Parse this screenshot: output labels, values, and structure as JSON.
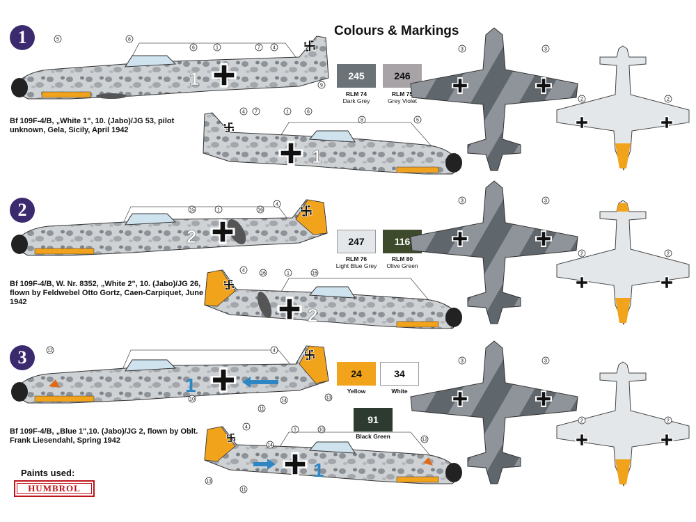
{
  "title": "Colours & Markings",
  "schemes": [
    {
      "number": "1",
      "caption": "Bf 109F-4/B, „White 1\", 10. (Jabo)/JG 53, pilot unknown, Gela, Sicily, April 1942",
      "fuselage_code": "1",
      "nose_color": "#ffffff",
      "code_color": "#ffffff",
      "top_callouts": [
        "5",
        "8",
        "6",
        "1",
        "7",
        "4",
        "9"
      ],
      "bottom_callouts": [
        "4",
        "7",
        "1",
        "6",
        "8",
        "5"
      ]
    },
    {
      "number": "2",
      "caption": "Bf 109F-4/B, W. Nr. 8352, „White 2\", 10. (Jabo)/JG 26, flown by Feldwebel Otto Gortz, Caen-Carpiquet, June 1942",
      "fuselage_code": "2",
      "nose_color": "#222222",
      "code_color": "#ffffff",
      "top_callouts": [
        "15",
        "1",
        "16",
        "4"
      ],
      "bottom_callouts": [
        "4",
        "16",
        "1",
        "15"
      ]
    },
    {
      "number": "3",
      "caption": "Bf 109F-4/B, „Blue 1\",10. (Jabo)/JG 2, flown by Oblt. Frank Liesendahl, Spring 1942",
      "fuselage_code": "1",
      "nose_color": "#222222",
      "code_color": "#2f86c5",
      "top_callouts": [
        "12",
        "4",
        "10",
        "11",
        "14",
        "13"
      ],
      "bottom_callouts": [
        "4",
        "14",
        "1",
        "10",
        "12",
        "13",
        "11"
      ]
    }
  ],
  "colours": [
    {
      "code": "245",
      "name_line1": "RLM 74",
      "name_line2": "Dark Grey",
      "hex": "#6b7278",
      "text": "#ffffff",
      "border": false
    },
    {
      "code": "246",
      "name_line1": "RLM 75",
      "name_line2": "Grey Violet",
      "hex": "#a8a3a6",
      "text": "#111111",
      "border": false
    },
    {
      "code": "247",
      "name_line1": "RLM 76",
      "name_line2": "Light Blue Grey",
      "hex": "#e4e7ea",
      "text": "#111111",
      "border": true
    },
    {
      "code": "116",
      "name_line1": "RLM 80",
      "name_line2": "Olive Green",
      "hex": "#3e4a2c",
      "text": "#ffffff",
      "border": false
    },
    {
      "code": "24",
      "name_line1": "Yellow",
      "name_line2": "",
      "hex": "#f2a31c",
      "text": "#111111",
      "border": false
    },
    {
      "code": "34",
      "name_line1": "White",
      "name_line2": "",
      "hex": "#ffffff",
      "text": "#111111",
      "border": true
    },
    {
      "code": "91",
      "name_line1": "Black Green",
      "name_line2": "",
      "hex": "#2c3a2f",
      "text": "#ffffff",
      "border": false
    }
  ],
  "plan_callouts": {
    "top": [
      "3",
      "3"
    ],
    "bottom": [
      "2",
      "2"
    ]
  },
  "paints": {
    "label": "Paints used:",
    "brand": "HUMBROL"
  }
}
